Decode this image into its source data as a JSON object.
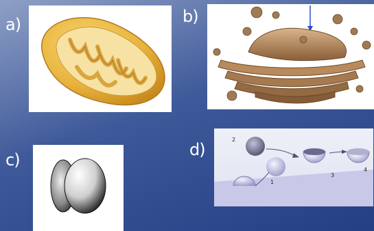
{
  "labels": {
    "a": "a)",
    "b": "b)",
    "c": "c)",
    "d": "d)"
  },
  "panel_d": {
    "step_1": "1",
    "step_2": "2",
    "step_3": "3",
    "step_4": "4"
  },
  "colors": {
    "background_top": "#8fa0c6",
    "background_bottom": "#243f84",
    "mitochondrion": "#e8b23c",
    "golgi": "#a07a52",
    "vesicle": "#c8c8e8"
  }
}
